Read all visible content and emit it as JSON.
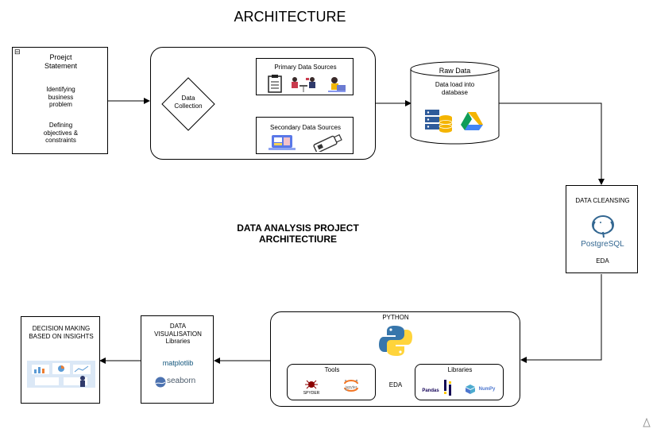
{
  "title": "ARCHITECTURE",
  "subtitle_line1": "DATA ANALYSIS PROJECT",
  "subtitle_line2": "ARCHITECTIURE",
  "project": {
    "collapse_glyph": "⊟",
    "title_line1": "Proejct",
    "title_line2": "Statement",
    "item1_line1": "Identifying",
    "item1_line2": "business",
    "item1_line3": "problem",
    "item2_line1": "Defining",
    "item2_line2": "objectives &",
    "item2_line3": "constraints"
  },
  "collection": {
    "diamond_line1": "Data",
    "diamond_line2": "Collection",
    "primary_title": "Primary Data Sources",
    "secondary_title": "Secondary Data Sources"
  },
  "raw": {
    "title": "Raw Data",
    "line1": "Data load into",
    "line2": "database"
  },
  "cleansing": {
    "title": "DATA CLEANSING",
    "postgres_label": "PostgreSQL",
    "eda": "EDA"
  },
  "python": {
    "title": "PYTHON",
    "tools_title": "Tools",
    "eda": "EDA",
    "libraries_title": "Libraries",
    "spyder_label": "SPYDER",
    "jupyter_label": "jupyter",
    "pandas_label": "Pandas",
    "numpy_label": "NumPy"
  },
  "viz": {
    "line1": "DATA",
    "line2": "VISUALISATION",
    "line3": "Libraries",
    "matplotlib": "matplotlib",
    "seaborn": "seaborn"
  },
  "decision": {
    "line1": "DECISION MAKING",
    "line2": "BASED ON INSIGHTS"
  },
  "colors": {
    "google_yellow": "#f4b400",
    "google_green": "#0f9d58",
    "google_blue": "#4285f4",
    "db_blue": "#2f5b9a",
    "python_blue": "#3776ab",
    "python_yellow": "#ffd43b",
    "postgres_blue": "#336791",
    "jupyter_orange": "#f37726",
    "seaborn_blue": "#4c72b0"
  }
}
